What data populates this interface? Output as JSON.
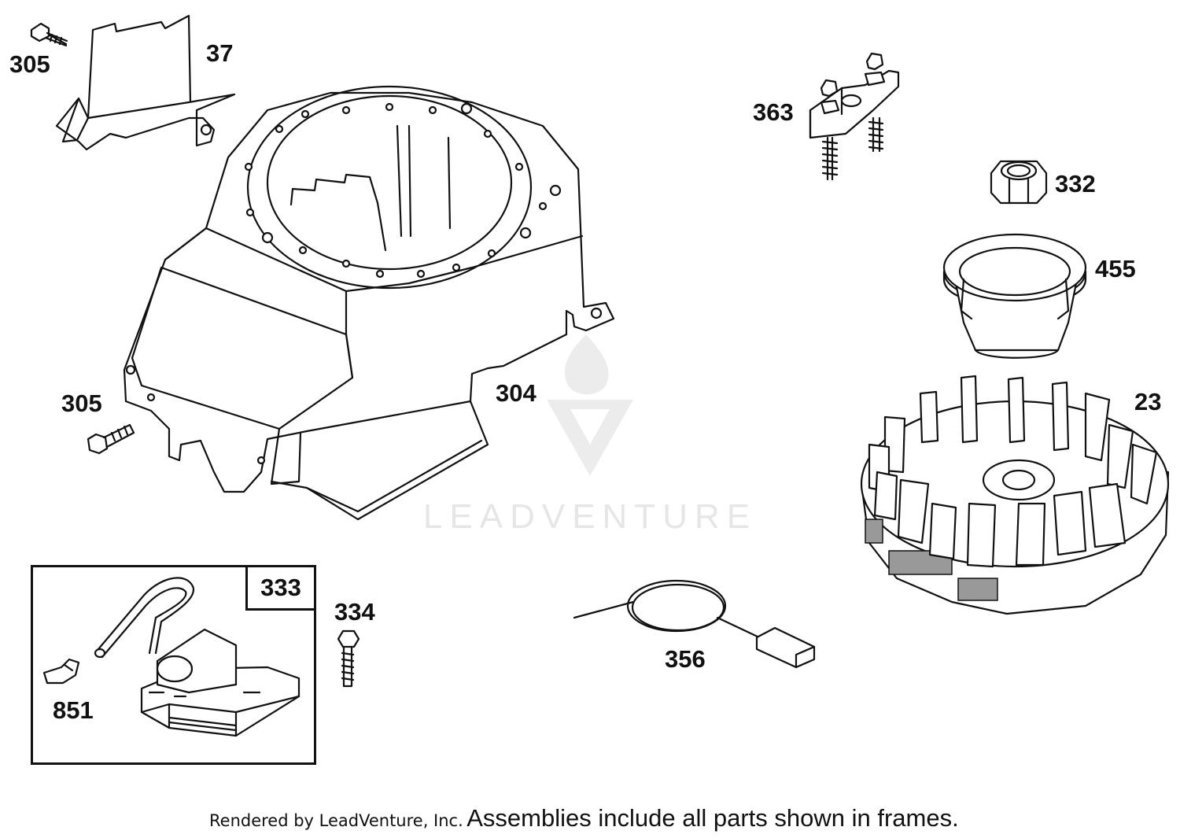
{
  "diagram": {
    "labels": {
      "p305_top": "305",
      "p37": "37",
      "p363": "363",
      "p332": "332",
      "p455": "455",
      "p305_mid": "305",
      "p304": "304",
      "p23": "23",
      "p333": "333",
      "p334": "334",
      "p356": "356",
      "p851": "851"
    },
    "watermark": "LEADVENTURE",
    "footer": {
      "credit": "Rendered by LeadVenture, Inc.",
      "note": "Assemblies include all parts shown in frames."
    }
  }
}
